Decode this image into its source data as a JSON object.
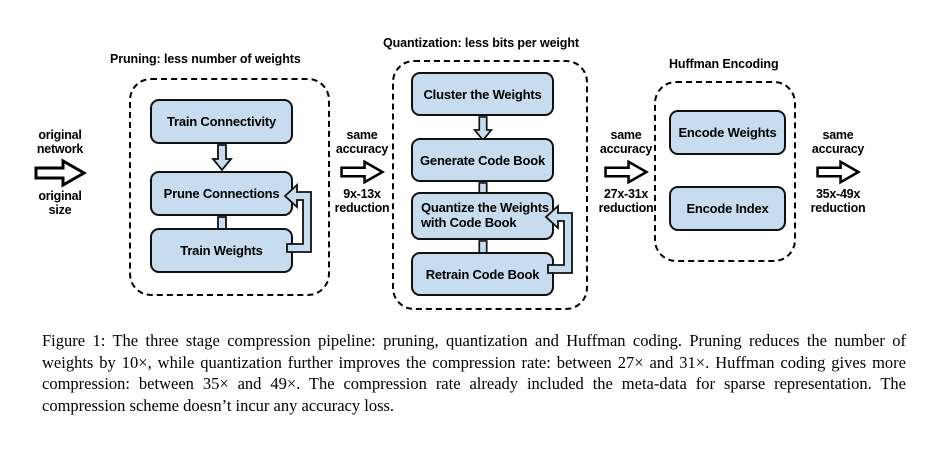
{
  "figure": {
    "stages": [
      {
        "id": "pruning",
        "heading": "Pruning: less number of weights",
        "boxes": [
          {
            "label": "Train Connectivity"
          },
          {
            "label": "Prune Connections"
          },
          {
            "label": "Train Weights"
          }
        ],
        "loopback": "Train Weights -> Prune Connections"
      },
      {
        "id": "quantization",
        "heading": "Quantization: less bits per weight",
        "boxes": [
          {
            "label": "Cluster the Weights"
          },
          {
            "label": "Generate Code Book"
          },
          {
            "label_line1": "Quantize the Weights",
            "label_line2": "with Code Book"
          },
          {
            "label": "Retrain Code Book"
          }
        ],
        "loopback": "Retrain Code Book -> Quantize the Weights with Code Book"
      },
      {
        "id": "huffman",
        "heading": "Huffman Encoding",
        "boxes": [
          {
            "label": "Encode Weights"
          },
          {
            "label": "Encode Index"
          }
        ]
      }
    ],
    "transitions": [
      {
        "id": "input",
        "top_line1": "original",
        "top_line2": "network",
        "bottom_line1": "original",
        "bottom_line2": "size"
      },
      {
        "id": "prune-to-quant",
        "top_line1": "same",
        "top_line2": "accuracy",
        "bottom_line1": "9x-13x",
        "bottom_line2": "reduction"
      },
      {
        "id": "quant-to-huffman",
        "top_line1": "same",
        "top_line2": "accuracy",
        "bottom_line1": "27x-31x",
        "bottom_line2": "reduction"
      },
      {
        "id": "output",
        "top_line1": "same",
        "top_line2": "accuracy",
        "bottom_line1": "35x-49x",
        "bottom_line2": "reduction"
      }
    ],
    "colors": {
      "box_fill": "#c7dcee",
      "box_stroke": "#111111",
      "dashed_stroke": "#000000",
      "background": "#ffffff"
    }
  },
  "caption": {
    "text": "Figure 1: The three stage compression pipeline: pruning, quantization and Huffman coding. Pruning reduces the number of weights by 10×, while quantization further improves the compression rate: between 27× and 31×. Huffman coding gives more compression: between 35× and 49×. The compression rate already included the meta-data for sparse representation. The compression scheme doesn’t incur any accuracy loss."
  }
}
